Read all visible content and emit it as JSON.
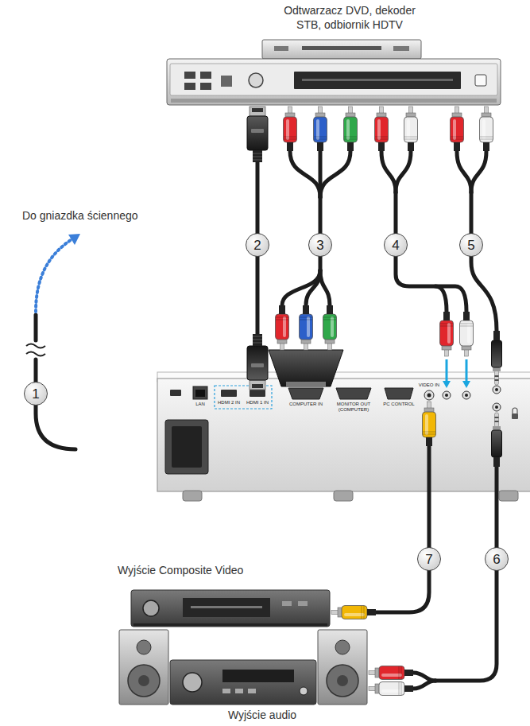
{
  "diagram": {
    "nodes": [
      {
        "text": [
          "1"
        ]
      },
      {
        "text": [
          "2"
        ]
      },
      {
        "text": [
          "3"
        ]
      },
      {
        "text": [
          "4"
        ]
      },
      {
        "text": [
          "5"
        ]
      },
      {
        "text": [
          "6"
        ]
      },
      {
        "text": [
          "7"
        ]
      }
    ],
    "labels": [
      "Odtwarzacz DVD, dekoder STB, odbiornik HDTV",
      "Do gniazdka ściennego",
      "Wyjście Composite Video",
      "Wyjście audio",
      "LAN",
      "HDMI 2 IN",
      "HDMI 1 IN",
      "COMPUTER IN",
      "MONITOR OUT (COMPUTER)",
      "PC CONTROL",
      "VIDEO IN"
    ]
  }
}
